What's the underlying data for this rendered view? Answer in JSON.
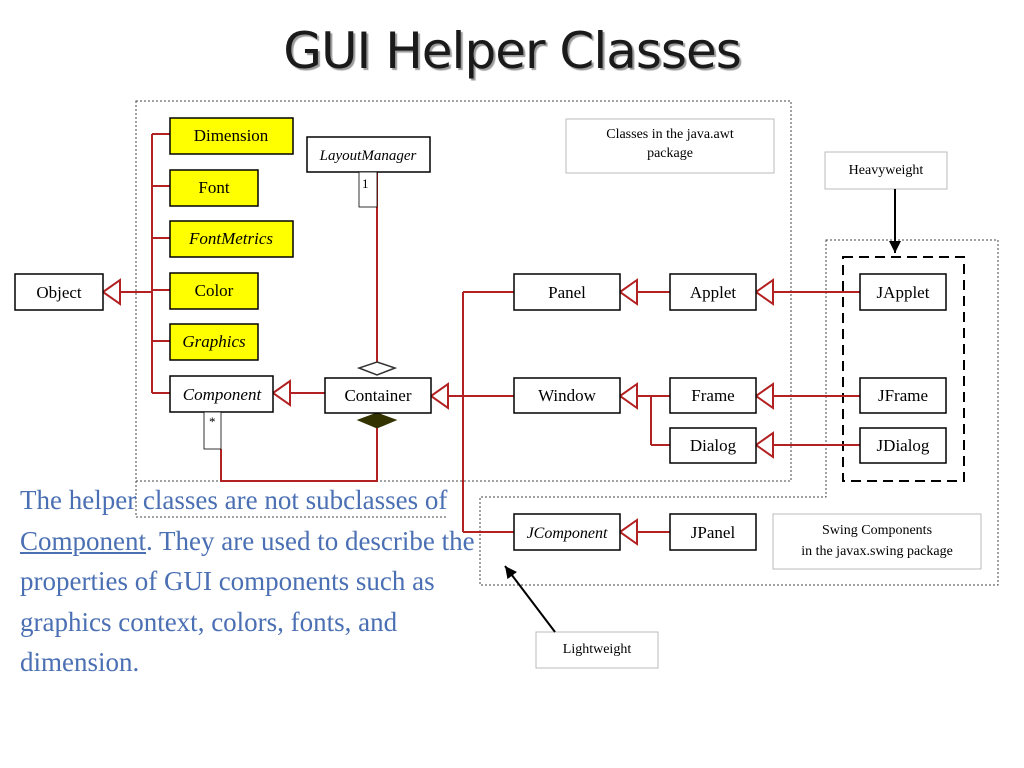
{
  "title": "GUI Helper Classes",
  "colors": {
    "helper_fill": "#ffff00",
    "relation_line": "#b22222",
    "aggregation_fill": "#333300",
    "note_text": "#4a6fb3"
  },
  "boxes": {
    "dimension": "Dimension",
    "font": "Font",
    "fontmetrics": "FontMetrics",
    "color": "Color",
    "graphics": "Graphics",
    "component": "Component",
    "object": "Object",
    "layoutmanager": "LayoutManager",
    "container": "Container",
    "panel": "Panel",
    "applet": "Applet",
    "window": "Window",
    "frame": "Frame",
    "dialog": "Dialog",
    "japplet": "JApplet",
    "jframe": "JFrame",
    "jdialog": "JDialog",
    "jcomponent": "JComponent",
    "jpanel": "JPanel"
  },
  "multiplicity": {
    "layout": "1",
    "component": "*"
  },
  "labels": {
    "awt_line1": "Classes in the java.awt",
    "awt_line2": "package",
    "heavyweight": "Heavyweight",
    "lightweight": "Lightweight",
    "swing_line1": "Swing Components",
    "swing_line2": "in the javax.swing package"
  },
  "note": {
    "before": "The helper classes are not subclasses of ",
    "link": "Component",
    "after": ". They are used to describe the properties of GUI components such as graphics context, colors, fonts, and dimension."
  }
}
